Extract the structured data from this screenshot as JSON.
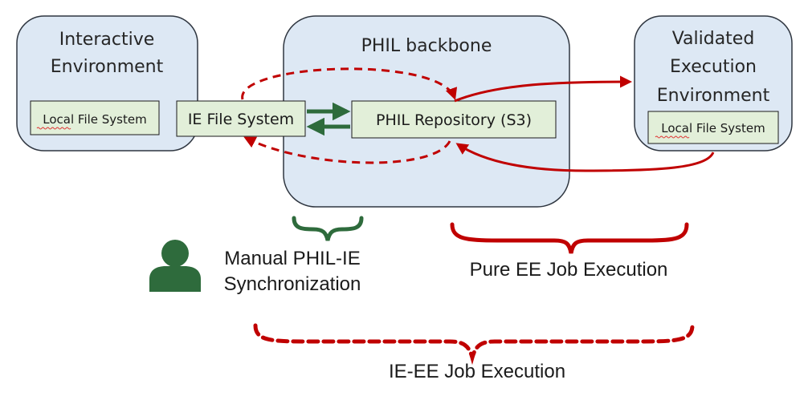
{
  "nodes": {
    "interactive_env": {
      "title_line1": "Interactive",
      "title_line2": "Environment"
    },
    "phil_backbone": {
      "title": "PHIL backbone"
    },
    "validated_env": {
      "title_line1": "Validated",
      "title_line2": "Execution",
      "title_line3": "Environment"
    },
    "ie_local_fs": {
      "label": "Local File System"
    },
    "ie_file_system": {
      "label": "IE File System"
    },
    "phil_repository": {
      "label": "PHIL Repository (S3)"
    },
    "ee_local_fs": {
      "label": "Local File System"
    }
  },
  "legend": {
    "manual_sync": {
      "line1": "Manual PHIL-IE",
      "line2": "Synchronization"
    },
    "pure_ee": {
      "label": "Pure EE Job Execution"
    },
    "ie_ee": {
      "label": "IE-EE Job Execution"
    }
  },
  "colors": {
    "environment_fill": "#dde8f4",
    "environment_stroke": "#2f3640",
    "file_box_fill": "#e2efd9",
    "file_box_stroke": "#1a1a1a",
    "green_arrow": "#2e6b3c",
    "red_arrow": "#c00000",
    "person_icon": "#2e6b3c"
  },
  "icons": {
    "person": "person-icon"
  }
}
